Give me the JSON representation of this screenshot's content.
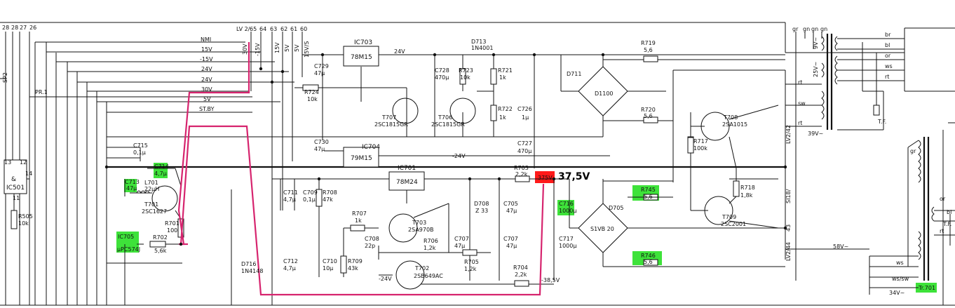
{
  "colors": {
    "highlight_green": "#3ee23a",
    "highlight_red": "#ff1a1a",
    "trace_pink": "#d6246e",
    "ink": "#111111"
  },
  "pins_top_left": [
    "28",
    "28",
    "27",
    "26"
  ],
  "left_labels": {
    "sp2": "SP2",
    "pr1": "PR.1",
    "ic501_a": "&",
    "ic501_b": "IC501",
    "pin13": "13",
    "pin12": "12",
    "pin14": "14",
    "pin11": "11",
    "r505": "R505",
    "r505v": "10k"
  },
  "rail_labels": [
    "NMI",
    "15V",
    "-15V",
    "24V",
    "24V",
    "30V",
    "5V",
    "ST.BY"
  ],
  "connector": {
    "lv2": "LV 2/",
    "pins": [
      "65",
      "64",
      "63",
      "62",
      "61",
      "60"
    ],
    "vert": [
      "30V",
      "-15V",
      "15V",
      "5V",
      "5V",
      "15V/S"
    ]
  },
  "ic703": {
    "name": "IC703",
    "type": "78M15"
  },
  "ic704": {
    "name": "IC704",
    "type": "79M15"
  },
  "ic701": {
    "name": "IC701",
    "type": "78M24"
  },
  "net_24v": "24V",
  "net_m24v": "-24V",
  "net_m385v": "-38,5V",
  "net_m24v_b": "-24V",
  "parts": {
    "c729": "C729",
    "c729v": "47µ",
    "c730": "C730",
    "c730v": "47µ",
    "r724": "R724",
    "r724v": "10k",
    "d713": "D713",
    "d713v": "1N4001",
    "c728": "C728",
    "c728v": "470µ",
    "r723": "R723",
    "r723v": "10k",
    "r721": "R721",
    "r721v": "1k",
    "r722": "R722",
    "r722v": "1k",
    "c726": "C726",
    "c726v": "1µ",
    "c727": "C727",
    "c727v": "470µ",
    "t707": "T707",
    "t707v": "2SC1815GR",
    "t706": "T706",
    "t706v": "2SC1815GR",
    "r719": "R719",
    "r719v": "5,6",
    "r720": "R720",
    "r720v": "5,6",
    "d711": "D711",
    "d711v": "D1100",
    "t708": "T708",
    "t708v": "2SA1015",
    "r717": "R717",
    "r717v": "100k",
    "r718": "R718",
    "r718v": "1,8k",
    "t709": "T709",
    "t709v": "2SC2001",
    "r745": "R745",
    "r745v": "5,6",
    "r746": "R746",
    "r746v": "5,6",
    "d705": "D705",
    "d705v": "S1VB 20",
    "r703": "R703",
    "r703v": "2,2k",
    "red_val": "375V",
    "c716": "C716",
    "c716v": "1000µ",
    "c717": "C717",
    "c717v": "1000µ",
    "r704": "R704",
    "r704v": "2,2k",
    "d708": "D708",
    "d708v": "Z 33",
    "c705": "C705",
    "c705v": "47µ",
    "c707": "C707",
    "c707v": "47µ",
    "c707b": "C707",
    "c707bv": "47µ",
    "t703": "T703",
    "t703v": "2SA970B",
    "r707": "R707",
    "r707v": "1k",
    "c708": "C708",
    "c708v": "22p",
    "r706": "R706",
    "r706v": "1,2k",
    "r705": "R705",
    "r705v": "1,2k",
    "t702": "T702",
    "t702v": "2SB649AC",
    "c711": "C711",
    "c711v": "4,7µ",
    "c709": "C709",
    "c709v": "0,1µ",
    "r708": "R708",
    "r708v": "47k",
    "c710": "C710",
    "c710v": "10µ",
    "r709": "R709",
    "r709v": "43k",
    "c712": "C712",
    "c712v": "4,7µ",
    "d716": "D716",
    "d716v": "1N4148",
    "c715": "C715",
    "c715v": "0,1µ",
    "c714": "C714",
    "c714v": "4,7µ",
    "c713": "C713",
    "c713v": "47µ",
    "l701": "L701",
    "l701v": "22µH",
    "t701": "T701",
    "t701v": "2SC1627",
    "r701": "R701",
    "r701v": "100",
    "r702": "R702",
    "r702v": "5,6k",
    "ic705": "IC705",
    "ic705v": "µPC574J"
  },
  "annotation": "37,5V",
  "right": {
    "top_cols": [
      "gr",
      "gn",
      "gn",
      "gn"
    ],
    "wires": [
      "br",
      "bl",
      "or",
      "ws",
      "rt"
    ],
    "v9": "9V~",
    "v25": "25V~",
    "v39": "39V~",
    "v58": "58V~",
    "v34": "34V~",
    "tf": "T.F.",
    "rt": "rt",
    "sw": "sw",
    "rt2": "rt",
    "lv2_42": "LV2/42",
    "si18": "SI18/",
    "lv2_43": "43",
    "lv2_44": "LV2/44",
    "lower": [
      "gr",
      "or",
      "ws",
      "ws/sw",
      "rt",
      "bl"
    ],
    "tr": "Tr.701",
    "tf2": "T.F."
  }
}
